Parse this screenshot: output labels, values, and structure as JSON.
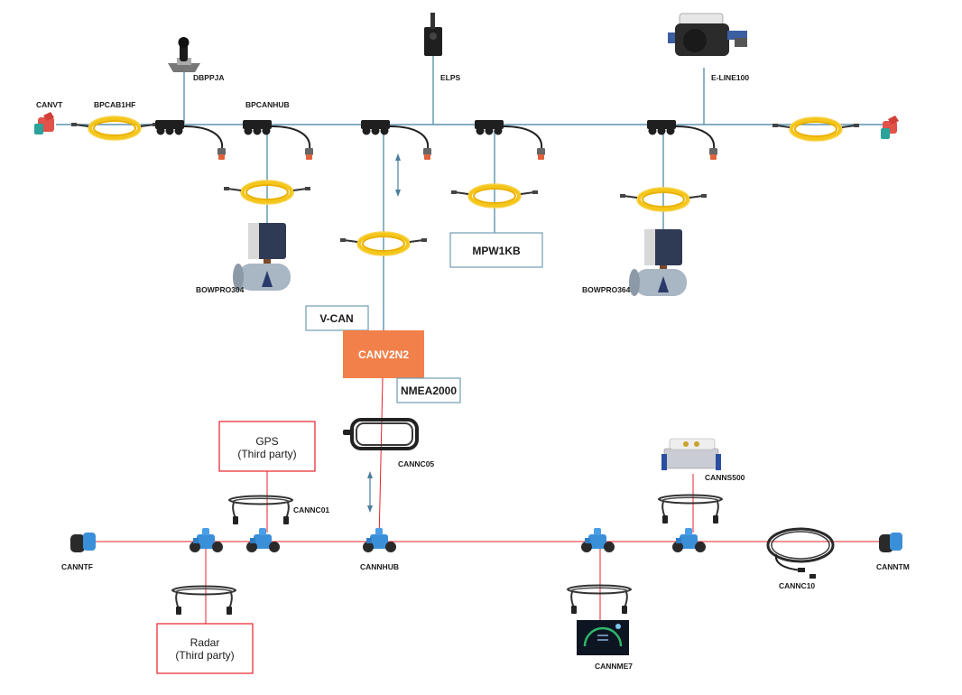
{
  "colors": {
    "vcan_line": "#5b93b0",
    "nmea_line": "#e8202a",
    "gateway_fill": "#f2804a",
    "gateway_text": "#ffffff",
    "yellow_cable": "#f5c518",
    "black_device": "#1f1f1f",
    "blue_tee": "#3a8fd9",
    "red_terminator": "#e0524a",
    "teal_terminator": "#2aa39a"
  },
  "vcan_bus": {
    "components": {
      "canvt_left": "CANVT",
      "bpcab1hf": "BPCAB1HF",
      "dbppja": "DBPPJA",
      "bpcanhub": "BPCANHUB",
      "elps": "ELPS",
      "eline100": "E-LINE100",
      "bowpro304": "BOWPRO304",
      "bowpro364": "BOWPRO364",
      "mpw1kb": "MPW1KB"
    },
    "network_label": "V-CAN"
  },
  "gateway": {
    "label": "CANV2N2"
  },
  "nmea_bus": {
    "network_label": "NMEA2000",
    "components": {
      "cannc05": "CANNC05",
      "cannc01": "CANNC01",
      "canntf": "CANNTF",
      "cannhub": "CANNHUB",
      "canns500": "CANNS500",
      "cannc10": "CANNC10",
      "canntm": "CANNTM",
      "cannme7": "CANNME7"
    },
    "third_party": {
      "gps_title": "GPS",
      "gps_sub": "(Third party)",
      "radar_title": "Radar",
      "radar_sub": "(Third party)"
    }
  }
}
